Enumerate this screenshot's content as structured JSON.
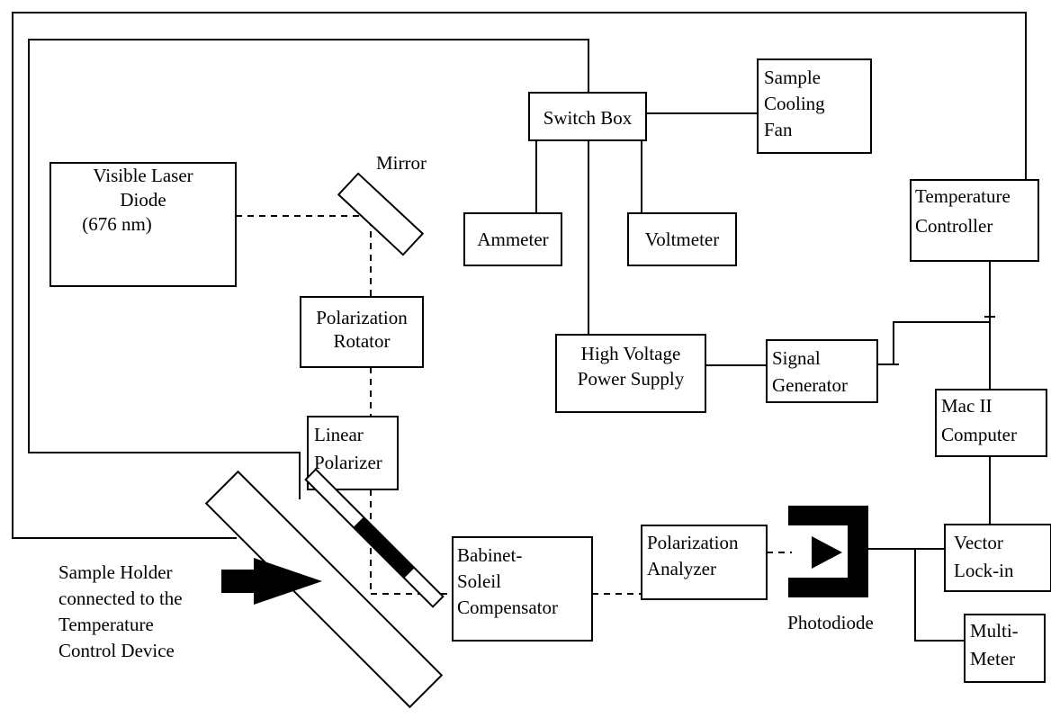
{
  "components": {
    "laser": [
      "Visible Laser",
      "Diode",
      "(676 nm)"
    ],
    "mirror": [
      "Mirror"
    ],
    "switch_box": [
      "Switch Box"
    ],
    "cooling_fan": [
      "Sample",
      "Cooling",
      "Fan"
    ],
    "ammeter": [
      "Ammeter"
    ],
    "voltmeter": [
      "Voltmeter"
    ],
    "temp_controller": [
      "Temperature",
      "Controller"
    ],
    "pol_rotator": [
      "Polarization",
      "Rotator"
    ],
    "hv_supply": [
      "High Voltage",
      "Power Supply"
    ],
    "signal_gen": [
      "Signal",
      "Generator"
    ],
    "mac": [
      "Mac II",
      "Computer"
    ],
    "lin_polarizer": [
      "Linear",
      "Polarizer"
    ],
    "babinet": [
      "Babinet-",
      "Soleil",
      "Compensator"
    ],
    "pol_analyzer": [
      "Polarization",
      "Analyzer"
    ],
    "lockin": [
      "Vector",
      "Lock-in"
    ],
    "photodiode": [
      "Photodiode"
    ],
    "multimeter": [
      "Multi-",
      "Meter"
    ],
    "sample_holder": [
      "Sample Holder",
      "connected to the",
      "Temperature",
      "Control Device"
    ]
  },
  "connections": [
    [
      "switch_box",
      "cooling_fan"
    ],
    [
      "switch_box",
      "ammeter"
    ],
    [
      "switch_box",
      "voltmeter"
    ],
    [
      "switch_box",
      "hv_supply"
    ],
    [
      "hv_supply",
      "signal_gen"
    ],
    [
      "signal_gen",
      "temp_controller"
    ],
    [
      "temp_controller",
      "mac"
    ],
    [
      "mac",
      "lockin"
    ],
    [
      "photodiode",
      "lockin"
    ],
    [
      "photodiode",
      "multimeter"
    ],
    [
      "switch_box",
      "sample_holder"
    ],
    [
      "temp_controller",
      "sample_holder"
    ]
  ],
  "beam_path": [
    "laser",
    "mirror",
    "pol_rotator",
    "lin_polarizer",
    "sample_holder",
    "babinet",
    "pol_analyzer",
    "photodiode"
  ]
}
